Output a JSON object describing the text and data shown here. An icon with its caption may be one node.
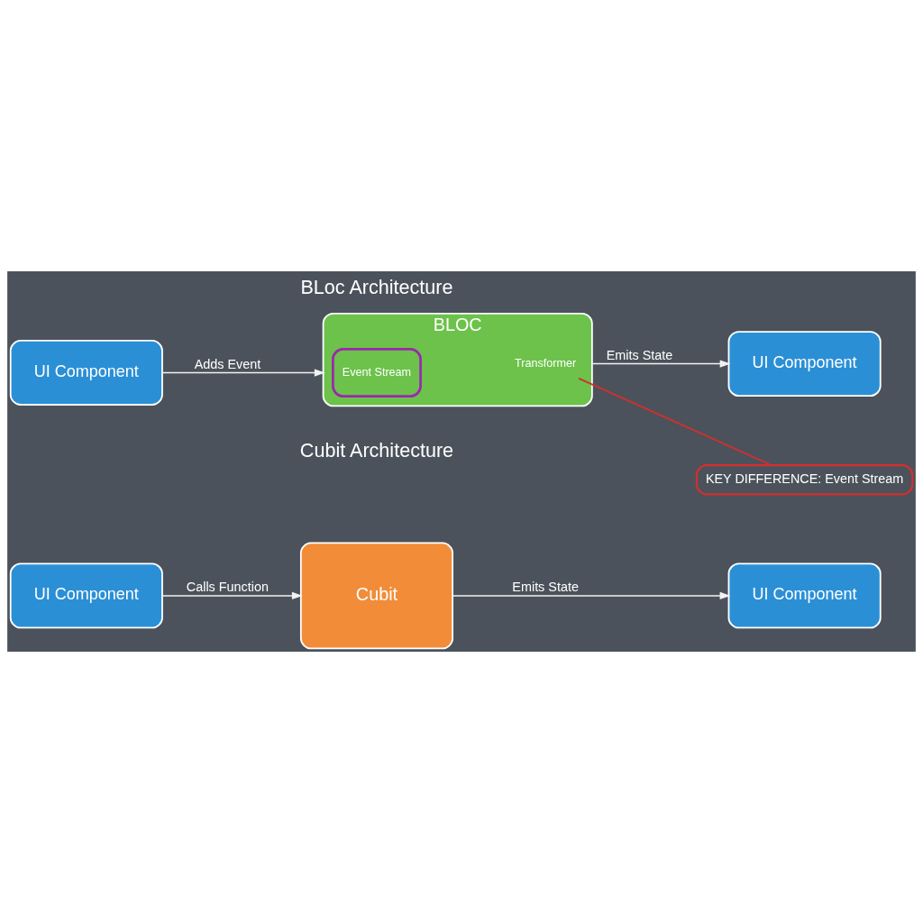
{
  "diagram": {
    "nodes": [
      {
        "text": [
          "UI Component"
        ]
      },
      {
        "text": [
          "BLOC"
        ]
      },
      {
        "text": [
          "Event Stream"
        ],
        "in": 1
      },
      {
        "text": [
          "Transformer"
        ],
        "in": 1
      },
      {
        "text": [
          "UI Component"
        ]
      },
      {
        "text": [
          "KEY DIFFERENCE: Event Stream"
        ]
      },
      {
        "text": [
          "UI Component"
        ]
      },
      {
        "text": [
          "Cubit"
        ]
      },
      {
        "text": [
          "UI Component"
        ]
      }
    ],
    "edges": [
      {
        "from": 0,
        "to": 1,
        "arrow": "to",
        "label": "Adds Event"
      },
      {
        "from": 1,
        "to": 4,
        "arrow": "to",
        "label": "Emits State"
      },
      {
        "from": 5,
        "to": 3,
        "arrow": "none",
        "color": "#d32f2f"
      },
      {
        "from": 6,
        "to": 7,
        "arrow": "to",
        "label": "Calls Function"
      },
      {
        "from": 7,
        "to": 8,
        "arrow": "to",
        "label": "Emits State"
      }
    ],
    "labels": [
      "BLoc Architecture",
      "Cubit Architecture"
    ]
  }
}
